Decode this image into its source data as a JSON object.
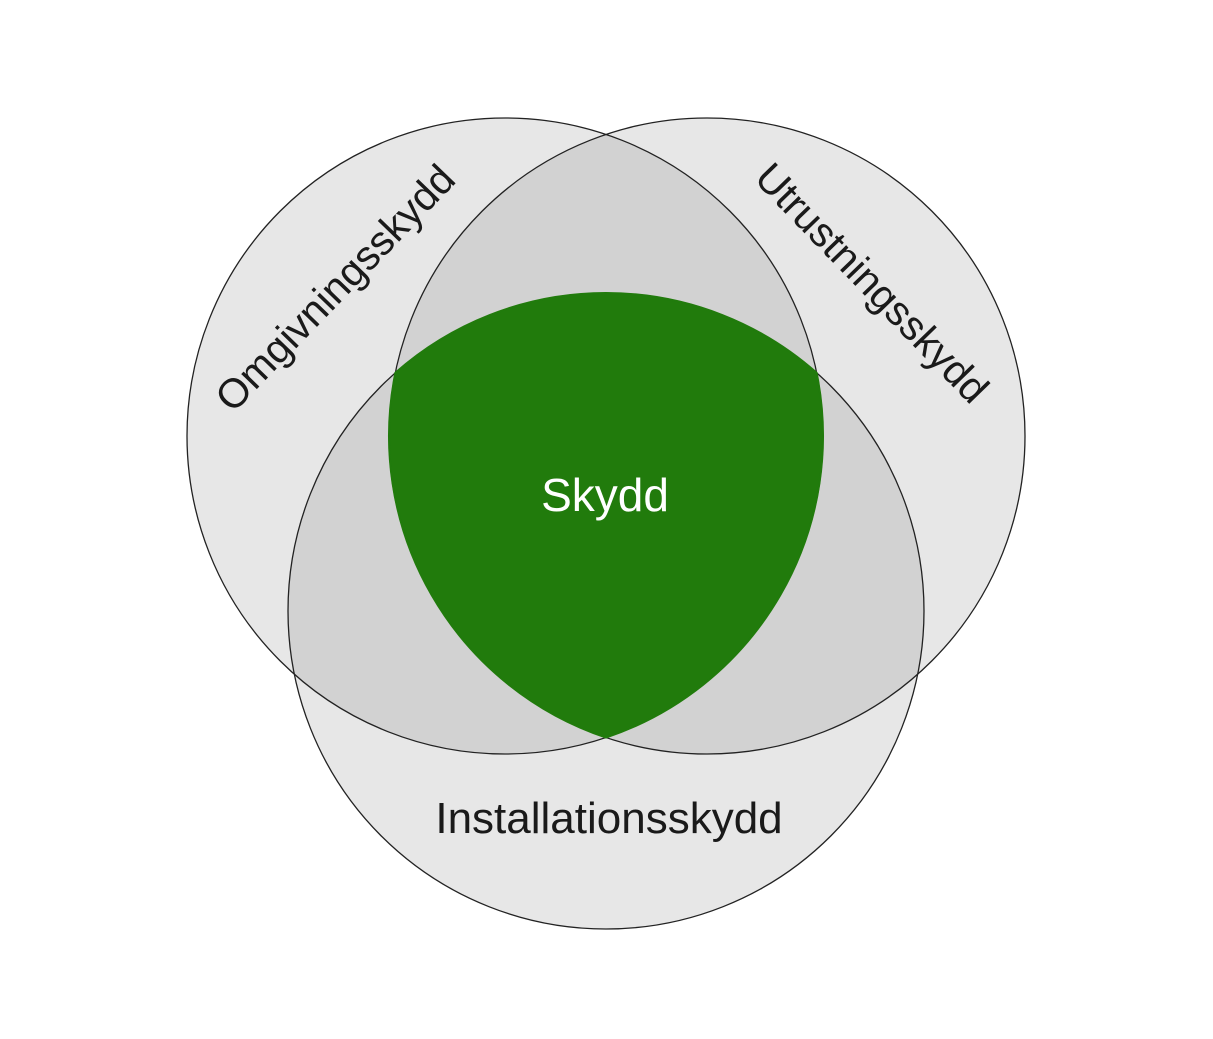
{
  "diagram": {
    "type": "venn-3-circles",
    "center_label": "Skydd",
    "circles": [
      {
        "label": "Omgivningsskydd",
        "position": "top-left"
      },
      {
        "label": "Utrustningsskydd",
        "position": "top-right"
      },
      {
        "label": "Installationsskydd",
        "position": "bottom"
      }
    ],
    "colors": {
      "circle_fill": "#e7e7e7",
      "overlap_fill": "#d2d2d2",
      "core_fill": "#217b0c",
      "outline": "#222222",
      "label": "#1a1a1a",
      "center_label": "#ffffff",
      "background": "#ffffff"
    }
  }
}
